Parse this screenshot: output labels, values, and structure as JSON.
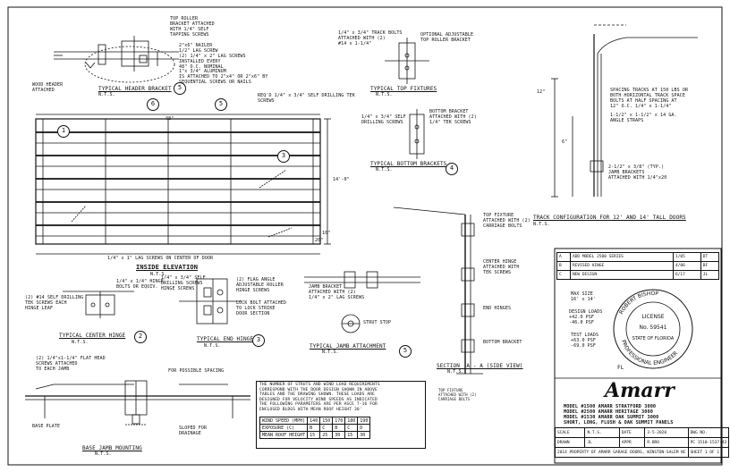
{
  "views": {
    "inside_elevation": {
      "title": "INSIDE ELEVATION",
      "scale": "N.T.S."
    },
    "typical_header_bracket": {
      "title": "TYPICAL HEADER BRACKET",
      "scale": "N.T.S."
    },
    "typical_center_hinge": {
      "title": "TYPICAL CENTER HINGE",
      "scale": "N.T.S."
    },
    "typical_end_hinges": {
      "title": "TYPICAL END HINGES",
      "scale": "N.T.S."
    },
    "typical_top_fixtures": {
      "title": "TYPICAL TOP FIXTURES",
      "scale": "N.T.S."
    },
    "typical_bottom_brackets": {
      "title": "TYPICAL BOTTOM BRACKETS",
      "scale": "N.T.S."
    },
    "typical_jamb_attachment": {
      "title": "TYPICAL JAMB ATTACHMENT",
      "scale": "N.T.S."
    },
    "track_configuration": {
      "title": "TRACK CONFIGURATION FOR 12' AND 14' TALL DOORS",
      "scale": "N.T.S."
    },
    "section": {
      "title": "SECTION  A - A (SIDE VIEW)",
      "scale": "N.T.S."
    },
    "base_jamb": {
      "title": "BASE JAMB MOUNTING",
      "scale": "N.T.S."
    }
  },
  "callouts": {
    "header_1": "TOP ROLLER\nBRACKET ATTACHED\nWITH 1/4\" SELF\nTAPPING SCREWS",
    "header_2": "2\"x6\" NAILER\n1/2\" LAG SCREW\n(2) 1/4\" x 2\" LAG SCREWS\nINSTALLED EVERY\n48\" O.C. NOMINAL",
    "header_3": "1\"x 3/4\" ALUMINUM\nIS ATTACHED TO 2\"x4\" OR 2\"x6\" BY\nSEQUENTIAL SCREWS OR NAILS",
    "header_4": "WOOD HEADER\nATTACHED",
    "elev_note": "REQ'D 1/4\" x 3/4\" SELF DRILLING TEK\nSCREWS",
    "elev_bottom": "1/4\" x 1\" LAG SCREWS ON CENTER OF DOOR",
    "center_hinge_1": "(2) #14 SELF DRILLING\nTEK SCREWS EACH\nHINGE LEAF",
    "center_hinge_2": "1/4\" x 1/4\" HINGE\nBOLTS OR EQUIV.",
    "end_hinge_1": "1/4\" x 3/4\" SELF\nDRILLING SCREWS\nHINGE SCREWS",
    "end_hinge_2": "(2) FLAG ANGLE\nADJUSTABLE ROLLER\nHINGE SCREWS",
    "end_hinge_3": "LOCK BOLT ATTACHED\nTO LOCK STRIKE\nDOOR SECTION",
    "top_fix_1": "1/4\" x 3/4\" TRACK BOLTS\nATTACHED WITH (2)\n#14 x 1-1/4\"",
    "top_fix_2": "OPTIONAL ADJUSTABLE\nTOP ROLLER BRACKET",
    "bottom_1": "BOTTOM BRACKET\nATTACHED WITH (2)\n1/4\" TEK SCREWS",
    "bottom_2": "1/4\" x 3/4\" SELF\nDRILLING SCREWS",
    "track_1": "SPACING TRACKS AT 150 LBS OR\nBOTH HORIZONTAL TRACK SPACE\nBOLTS AT HALF SPACING AT\n12\" O.C. 1/4\" x 1-1/4\"",
    "track_2": "1-1/2\" x 1-1/2\" x 14 GA.\nANGLE STRAPS",
    "track_3": "2-1/2\" x 3/8\" (TYP.)\nJAMB BRACKETS\nATTACHED WITH 1/4\"x20",
    "section_1": "TOP FIXTURE\nATTACHED WITH (2)\nCARRIAGE BOLTS",
    "section_2": "CENTER HINGE\nATTACHED WITH\nTEK SCREWS",
    "section_3": "END HINGES",
    "section_4": "BOTTOM BRACKET",
    "jamb_1": "JAMB BRACKET\nATTACHED WITH (2)\n1/4\" x 2\" LAG SCREWS",
    "jamb_2": "STRUT STOP",
    "base_1": "(2) 1/4\"x1-1/4\" FLAT HEAD\nSCREWS ATTACHED\nTO EACH JAMB",
    "base_2": "BASE PLATE",
    "base_3": "SLOPED FOR\nDRAINAGE",
    "base_4": "FOR POSSIBLE SPACING"
  },
  "bubbles": {
    "b1": "1",
    "b2": "2",
    "b3": "3",
    "b4": "4",
    "b5": "5",
    "b6": "6"
  },
  "spec": {
    "note": "THE NUMBER OF STRUTS AND WIND LOAD REQUIREMENTS\nCORRESPOND WITH THE DOOR DESIGN SHOWN IN ABOVE\nTABLES AND THE DRAWING SHOWN. THESE LOADS ARE\nDESIGNED FOR VELOCITY WIND SPEEDS AS INDICATED\nTHE FOLLOWING PARAMETERS ARE PER ASCE 7-16 FOR\nENCLOSED BLDGS WITH MEAN ROOF HEIGHT 30'",
    "table": [
      [
        "WIND SPEED (MPH)",
        "140",
        "150",
        "170",
        "180",
        "190"
      ],
      [
        "EXPOSURE (C)",
        "B",
        "C",
        "B",
        "C",
        "D"
      ],
      [
        "MEAN ROOF HEIGHT",
        "15",
        "25",
        "30",
        "15",
        "30"
      ]
    ]
  },
  "loads": {
    "max_size": "MAX SIZE\n16' x 14'",
    "design": "DESIGN LOADS\n+42.0 PSF\n-46.0 PSF",
    "test": "TEST LOADS\n+63.0 PSF\n-69.0 PSF"
  },
  "revisions": [
    [
      "A",
      "ADD MODEL 2500 SERIES",
      "1/05",
      "DT"
    ],
    [
      "B",
      "REVISED HINGE",
      "4/06",
      "BF"
    ],
    [
      "C",
      "NEW DESIGN",
      "6/17",
      "JL"
    ]
  ],
  "seal": {
    "ring": "ROBERT BISHOP",
    "mid": "LICENSE",
    "no": "No. 59541",
    "state": "STATE OF FLORIDA",
    "bottom": "PROFESSIONAL ENGINEER",
    "code": "FL"
  },
  "title_block": {
    "brand": "Amarr",
    "lines": [
      "MODEL #1500 AMARR STRATFORD 3000",
      "MODEL #2500 AMARR HERITAGE 3000",
      "MODEL #1530 AMARR OAK SUMMIT 3000",
      "SHORT, LONG, FLUSH & OAK SUMMIT PANELS"
    ],
    "scale_label": "SCALE",
    "scale": "N.T.S.",
    "date_label": "DATE",
    "date": "3-5-2020",
    "drawn_label": "DRAWN",
    "drawn": "JL",
    "appr_label": "APPR",
    "appr": "R.BRO",
    "dwg_label": "DWG NO.",
    "dwg": "PC 1510-1537-43",
    "sheet": "SHEET 1 OF 1",
    "footer": "2014 PROPERTY OF AMARR GARAGE DOORS, WINSTON-SALEM NC"
  },
  "dims": {
    "height": "14'-0\"",
    "d48": "48\"",
    "d10": "10\"",
    "d20": "20\"",
    "d12": "12\"",
    "d6": "6\""
  }
}
